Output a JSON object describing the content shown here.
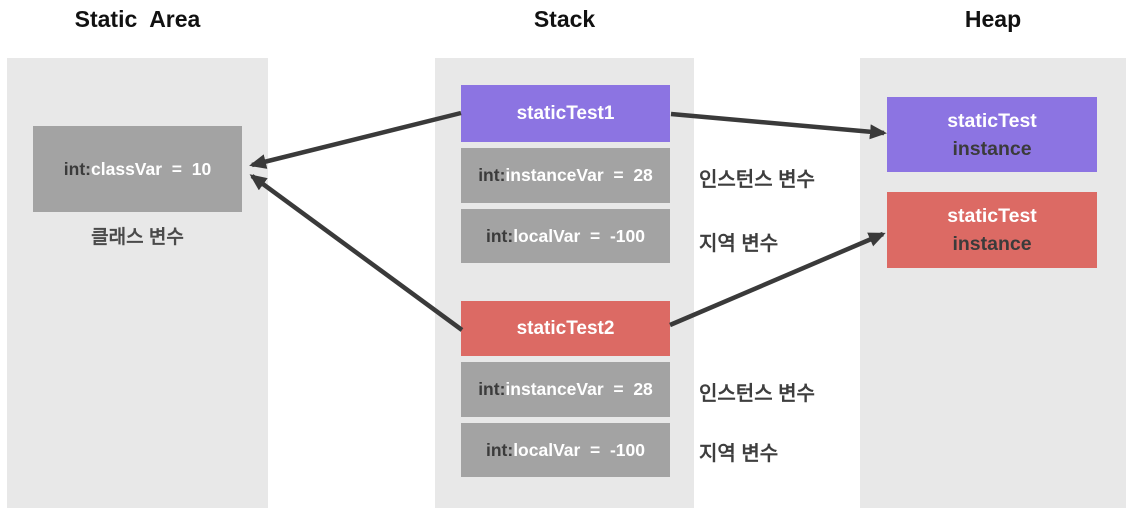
{
  "titles": {
    "static_area": "Static  Area",
    "stack": "Stack",
    "heap": "Heap"
  },
  "static_area": {
    "class_var_prefix": "int:",
    "class_var_value": "classVar  =  10",
    "caption": "클래스 변수"
  },
  "stack": {
    "frame1_title": "staticTest1",
    "frame1_instance_prefix": "int:",
    "frame1_instance_value": "instanceVar  =  28",
    "frame1_instance_label": "인스턴스 변수",
    "frame1_local_prefix": "int:",
    "frame1_local_value": "localVar  =  -100",
    "frame1_local_label": "지역 변수",
    "frame2_title": "staticTest2",
    "frame2_instance_prefix": "int:",
    "frame2_instance_value": "instanceVar  =  28",
    "frame2_instance_label": "인스턴스 변수",
    "frame2_local_prefix": "int:",
    "frame2_local_value": "localVar  =  -100",
    "frame2_local_label": "지역 변수"
  },
  "heap": {
    "instance1_line1": "staticTest",
    "instance1_line2": "instance",
    "instance2_line1": "staticTest",
    "instance2_line2": "instance"
  },
  "colors": {
    "purple": "#8c74e2",
    "red": "#dc6a64",
    "gray_box": "#a3a3a3",
    "panel": "#e8e8e8",
    "arrow": "#3a3a3a"
  }
}
